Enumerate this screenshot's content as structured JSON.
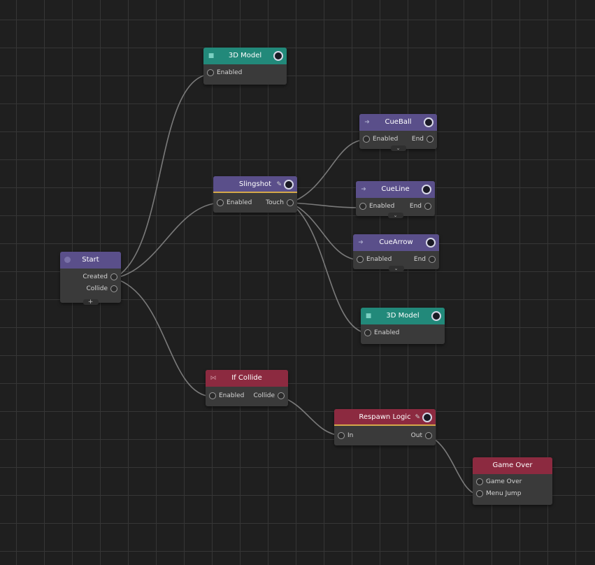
{
  "graph": {
    "nodes": {
      "model_top": {
        "title": "3D Model",
        "inputs": [
          "Enabled"
        ],
        "outputs": [],
        "icon": "cube-icon"
      },
      "cueball": {
        "title": "CueBall",
        "inputs": [
          "Enabled"
        ],
        "outputs": [
          "End"
        ],
        "icon": "arrow-in-icon"
      },
      "slingshot": {
        "title": "Slingshot",
        "inputs": [
          "Enabled"
        ],
        "outputs": [
          "Touch"
        ]
      },
      "cueline": {
        "title": "CueLine",
        "inputs": [
          "Enabled"
        ],
        "outputs": [
          "End"
        ],
        "icon": "arrow-in-icon"
      },
      "cuearrow": {
        "title": "CueArrow",
        "inputs": [
          "Enabled"
        ],
        "outputs": [
          "End"
        ],
        "icon": "arrow-in-icon"
      },
      "start": {
        "title": "Start",
        "outputs": [
          "Created",
          "Collide"
        ],
        "add_label": "+",
        "icon": "play-icon"
      },
      "model_mid": {
        "title": "3D Model",
        "inputs": [
          "Enabled"
        ],
        "outputs": [],
        "icon": "cube-icon"
      },
      "ifcollide": {
        "title": "If Collide",
        "inputs": [
          "Enabled"
        ],
        "outputs": [
          "Collide"
        ],
        "icon": "split-icon"
      },
      "respawn": {
        "title": "Respawn Logic",
        "inputs": [
          "In"
        ],
        "outputs": [
          "Out"
        ]
      },
      "gameover": {
        "title": "Game Over",
        "inputs": [
          "Game Over",
          "Menu Jump"
        ],
        "outputs": []
      }
    },
    "expand_glyph": "⌄",
    "edit_glyph": "✎"
  },
  "colors": {
    "canvas_bg": "#1f1f1f",
    "grid": "#363636",
    "node_body": "#3a3a3a",
    "header_model": "#22897a",
    "header_purple": "#5a4f8a",
    "header_red": "#8c2a40",
    "accent_underline": "#d4a84a",
    "wire": "#7a7a7a"
  }
}
